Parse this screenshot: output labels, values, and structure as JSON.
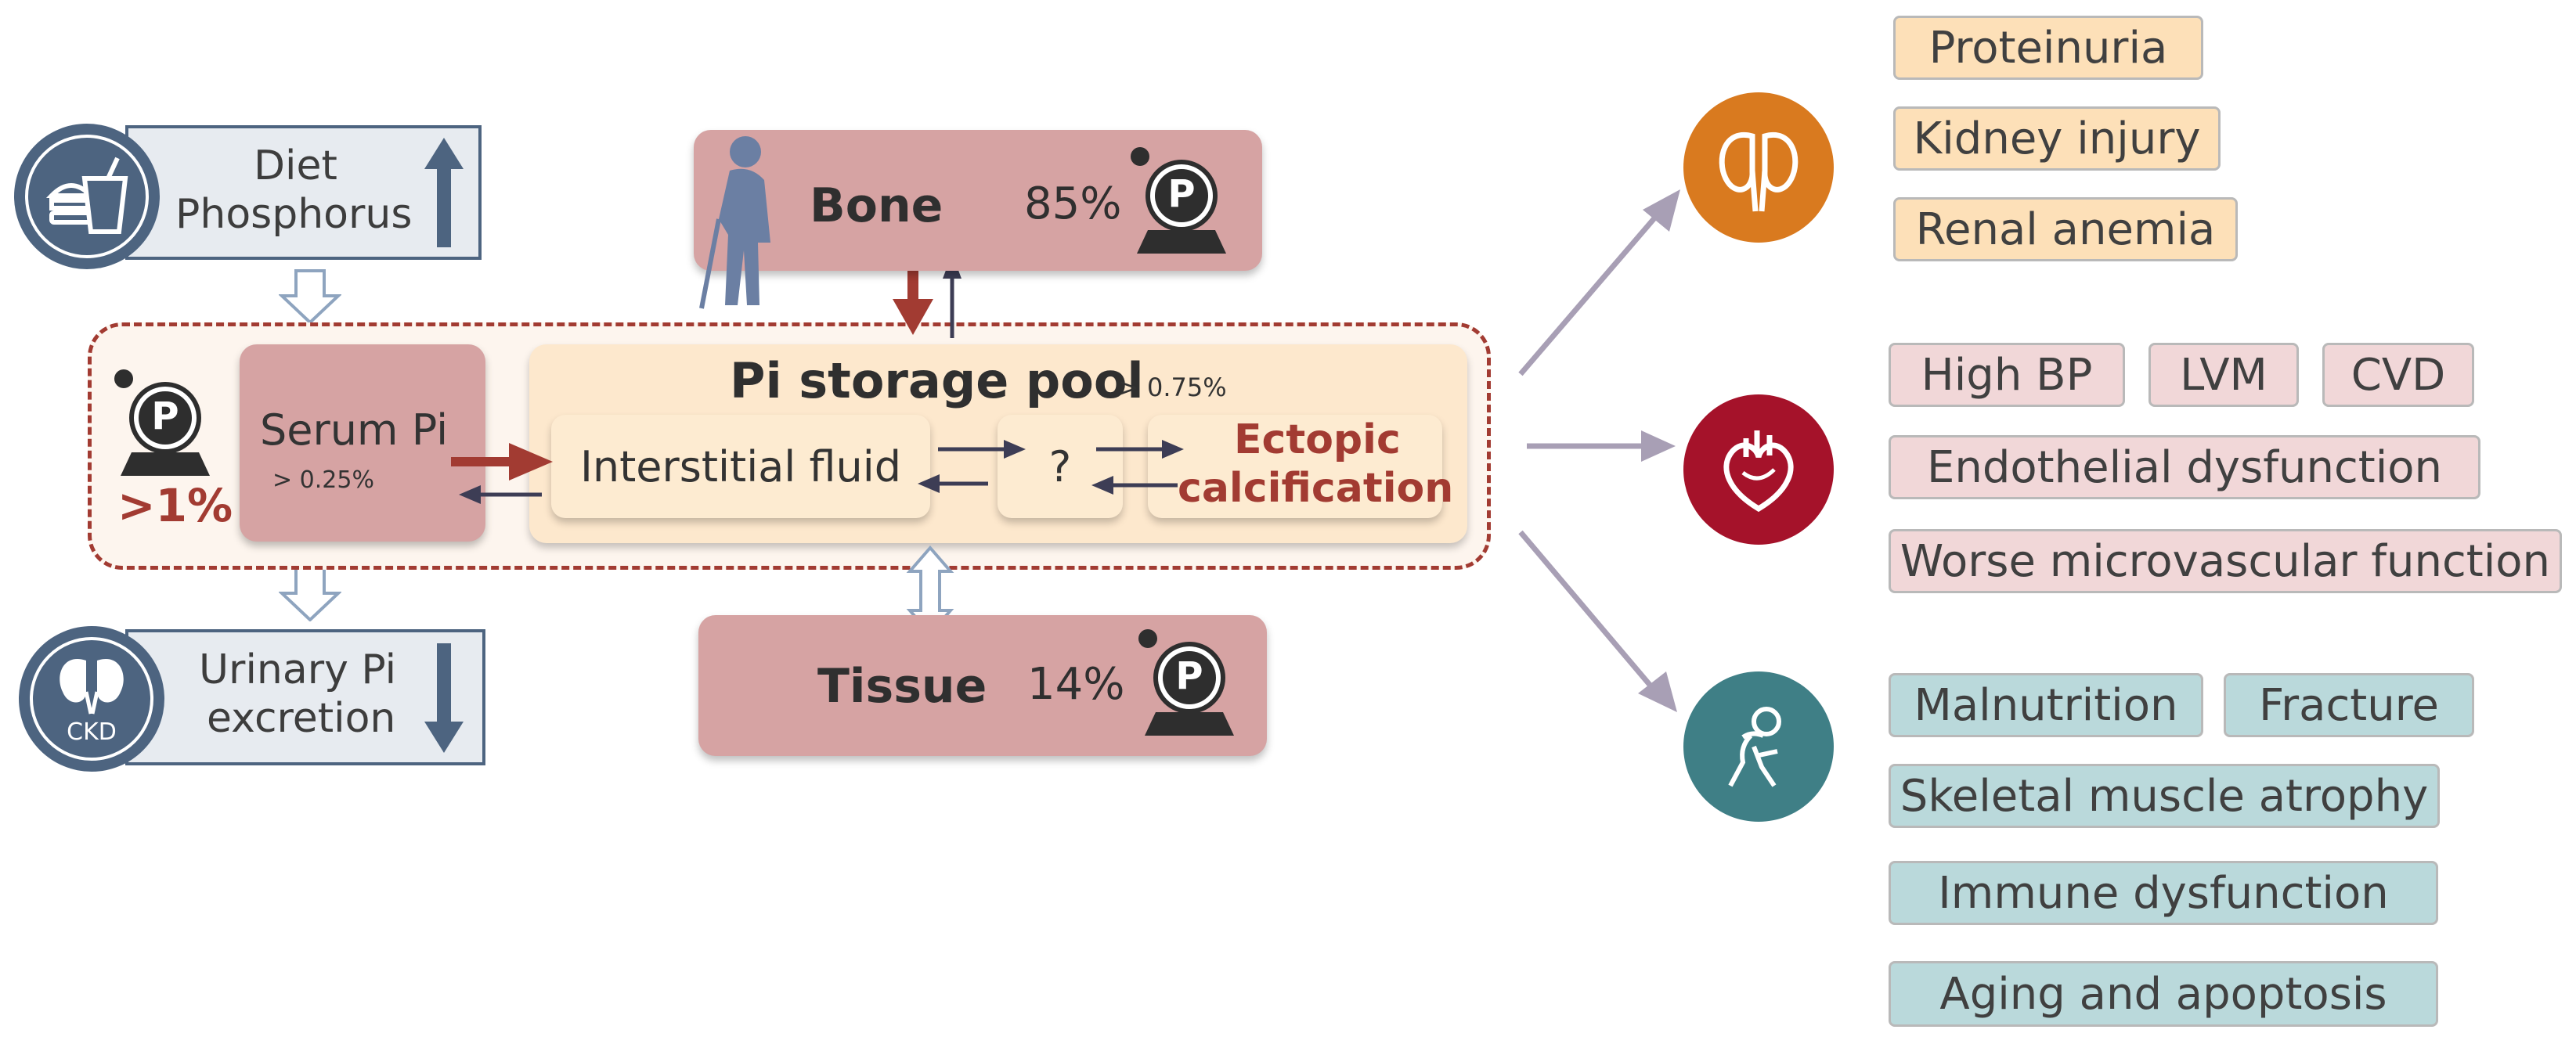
{
  "left": {
    "diet": {
      "line1": "Diet",
      "line2": "Phosphorus"
    },
    "urinary": {
      "line1": "Urinary Pi",
      "line2": "excretion",
      "icon_text": "CKD"
    },
    "serum": {
      "label": "Serum Pi",
      "sub": "> 0.25%"
    },
    "serum_percent": ">1%"
  },
  "pool": {
    "title": "Pi storage pool",
    "title_sub": "> 0.75%",
    "interstitial": "Interstitial fluid",
    "question": "?",
    "ectopic_line1": "Ectopic",
    "ectopic_line2": "calcification"
  },
  "bone": {
    "label": "Bone",
    "percent": "85%"
  },
  "tissue": {
    "label": "Tissue",
    "percent": "14%"
  },
  "phosphate_icon_letter": "P",
  "outcomes": {
    "kidney": [
      "Proteinuria",
      "Kidney injury",
      "Renal anemia"
    ],
    "heart": {
      "row1": [
        "High BP",
        "LVM",
        "CVD"
      ],
      "rows": [
        "Endothelial dysfunction",
        "Worse microvascular function"
      ]
    },
    "aging": {
      "row1": [
        "Malnutrition",
        "Fracture"
      ],
      "rows": [
        "Skeletal muscle atrophy",
        "Immune dysfunction",
        "Aging and apoptosis"
      ]
    }
  },
  "colors": {
    "kidney_circle": "#d97a1f",
    "heart_circle": "#a5122a",
    "aging_circle": "#3f7f86",
    "rose_box": "#d6a3a3",
    "cream_box": "#fde8cd",
    "dark_red_arrow": "#a23b32",
    "ectopic_text": "#a23b32"
  }
}
